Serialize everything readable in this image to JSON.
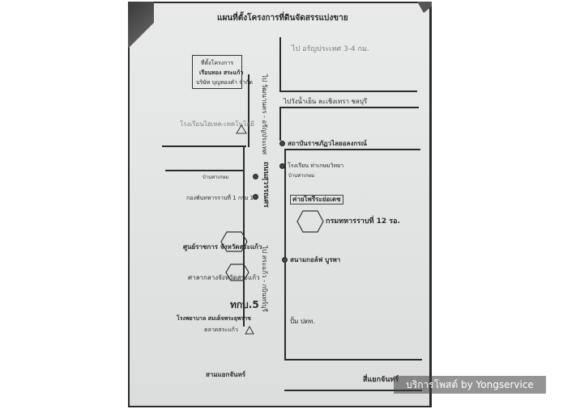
{
  "map": {
    "title": "แผนที่ตั้งโครงการที่ดินจัดสรรแบ่งขาย",
    "site": {
      "line1": "ที่ตั้งโครงการ",
      "line2": "เรือนทอง สระแก้ว",
      "line3": "บริษัท บุญทองคำ จำกัด"
    },
    "labels": {
      "to_aranyaprathet": "ไป อรัญประเทศ 3-4 กม.",
      "to_prachinburi": "ไปวังน้ำเย็น ละเชิงเทรา ชลบุรี",
      "hightech_school": "โรงเรียนไฮเทค-เทคโนโลยี",
      "rajabhat": "สถาบันราชภัฏวไลยอลงกรณ์",
      "thakasem_school": "โรงเรียน ท่าเกษมวิทยา",
      "ban_thakasem_right": "บ้านท่าเกษม",
      "ban_thakasem_left": "บ้านท่าเกษม",
      "infantry_battalion": "กองพันทหารราบที่ 1 กรม 12",
      "camp": "ค่ายไพรีระย่อเดช",
      "infantry_regiment": "กรมทหารราบที่ 12 รอ.",
      "road_upper": "ไป วัฒนานคร - อรัญประเทศ",
      "road_middle": "ถนนสุวรรณศร",
      "road_lower": "ไป สระแก้ว - กบินทร์บุรี",
      "gov_center": "ศูนย์ราชการ จังหวัดสระแก้ว",
      "provincial_hall": "ศาลากลางจังหวัดสระแก้ว",
      "golf_course": "สนามกอล์ฟ บูรพา",
      "highway_district": "ทกบ.5",
      "hospital": "โรงพยาบาล สมเด็จพระยุพราช",
      "market": "ตลาดสระแก้ว",
      "gas_station": "ปั้ม ปตท.",
      "sam_yaek": "สามแยกจันทร์",
      "si_yaek": "สี่แยกจันทร์"
    }
  },
  "watermark": "บริการโพสต์ by Yongservice",
  "colors": {
    "paper": "#e4e6e5",
    "ink": "#2a2a2a",
    "backdrop": "#2a2a2a"
  },
  "icons": [
    "triangle-icon",
    "hexagon-icon",
    "location-dot-icon"
  ]
}
